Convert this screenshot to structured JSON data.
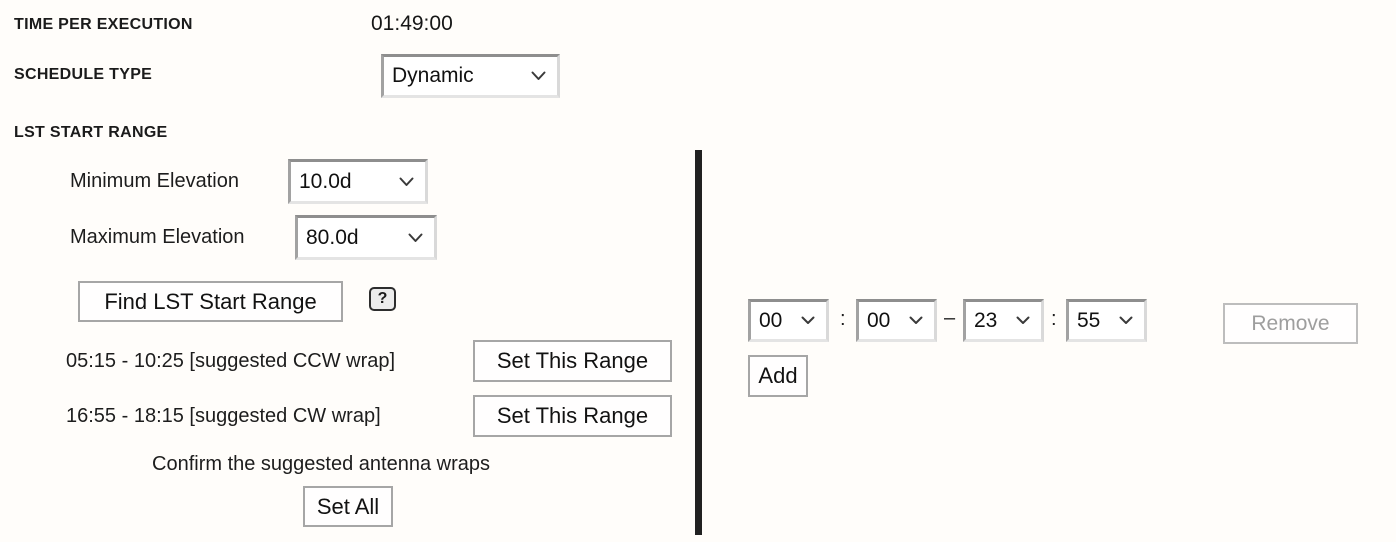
{
  "header": {
    "time_per_execution_label": "TIME PER EXECUTION",
    "time_per_execution_value": "01:49:00",
    "schedule_type_label": "SCHEDULE TYPE",
    "schedule_type_value": "Dynamic"
  },
  "lst_section": {
    "title": "LST START RANGE",
    "min_elevation_label": "Minimum Elevation",
    "min_elevation_value": "10.0d",
    "max_elevation_label": "Maximum Elevation",
    "max_elevation_value": "80.0d",
    "find_button_label": "Find LST Start Range",
    "help_icon_glyph": "?",
    "suggestions": [
      {
        "range_text": "05:15 - 10:25 [suggested CCW wrap]",
        "button_label": "Set This Range"
      },
      {
        "range_text": "16:55 - 18:15 [suggested CW wrap]",
        "button_label": "Set This Range"
      }
    ],
    "confirm_text": "Confirm the suggested antenna wraps",
    "set_all_button_label": "Set All"
  },
  "lst_range_editor": {
    "start_hour": "00",
    "start_minute": "00",
    "end_hour": "23",
    "end_minute": "55",
    "colon_separator": ":",
    "range_separator": "–",
    "remove_button_label": "Remove",
    "add_button_label": "Add"
  },
  "colors": {
    "background": "#fffdfa",
    "text": "#1a1a1a",
    "divider": "#212121",
    "button_border": "#a6a6a6",
    "disabled_text": "#9e9e9e",
    "disabled_border": "#bdbdbd",
    "select_bevel_dark": "#8e8e8e",
    "select_bevel_light": "#e4e4e4"
  }
}
